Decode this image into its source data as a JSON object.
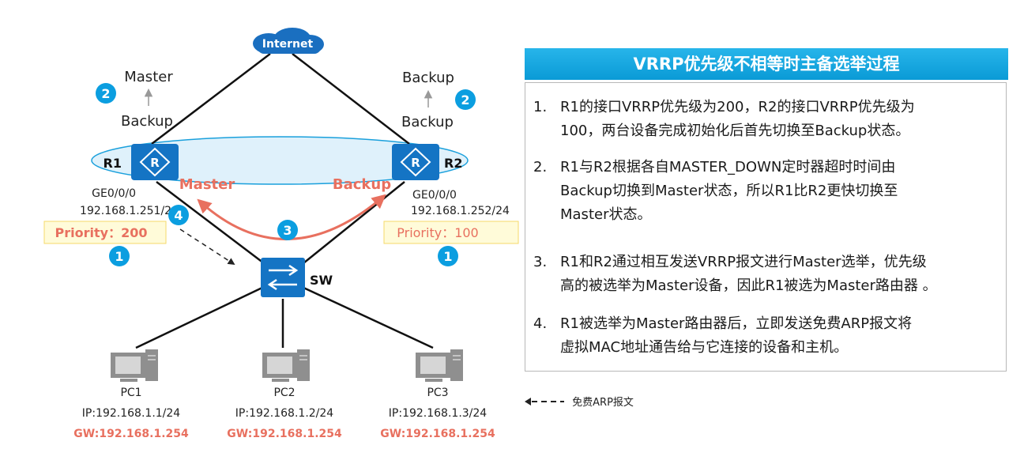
{
  "diagram": {
    "internet_label": "Internet",
    "r1": {
      "label": "R1",
      "state_top": "Master",
      "state_bottom": "Backup",
      "role_label": "Master",
      "interface": "GE0/0/0",
      "ip": "192.168.1.251/24",
      "priority": "Priority：200"
    },
    "r2": {
      "label": "R2",
      "state_top": "Backup",
      "state_bottom": "Backup",
      "role_label": "Backup",
      "interface": "GE0/0/0",
      "ip": "192.168.1.252/24",
      "priority": "Priority：100"
    },
    "switch_label": "SW",
    "badges": {
      "r1_state": "2",
      "r2_state": "2",
      "exchange": "3",
      "arp": "4",
      "r1_priority": "1",
      "r2_priority": "1"
    },
    "pcs": [
      {
        "name": "PC1",
        "ip": "IP:192.168.1.1/24",
        "gw": "GW:192.168.1.254"
      },
      {
        "name": "PC2",
        "ip": "IP:192.168.1.2/24",
        "gw": "GW:192.168.1.254"
      },
      {
        "name": "PC3",
        "ip": "IP:192.168.1.3/24",
        "gw": "GW:192.168.1.254"
      }
    ]
  },
  "panel": {
    "title": "VRRP优先级不相等时主备选举过程",
    "steps": [
      {
        "num": "1.",
        "lines": [
          "R1的接口VRRP优先级为200，R2的接口VRRP优先级为",
          "100，两台设备完成初始化后首先切换至Backup状态。"
        ]
      },
      {
        "num": "2.",
        "lines": [
          "R1与R2根据各自MASTER_DOWN定时器超时时间由",
          "Backup切换到Master状态，所以R1比R2更快切换至",
          "Master状态。"
        ]
      },
      {
        "num": "3.",
        "lines": [
          "R1和R2通过相互发送VRRP报文进行Master选举，优先级",
          "高的被选举为Master设备，因此R1被选为Master路由器 。"
        ]
      },
      {
        "num": "4.",
        "lines": [
          "R1被选举为Master路由器后，立即发送免费ARP报文将",
          "虚拟MAC地址通告给与它连接的设备和主机。"
        ]
      }
    ]
  },
  "legend": {
    "label": "免费ARP报文"
  },
  "colors": {
    "accent_blue": "#0b9ee0",
    "router_blue": "#1474c4",
    "highlight_red": "#e8705f",
    "priority_fill": "#fffbd9",
    "priority_border": "#f4d96a"
  }
}
